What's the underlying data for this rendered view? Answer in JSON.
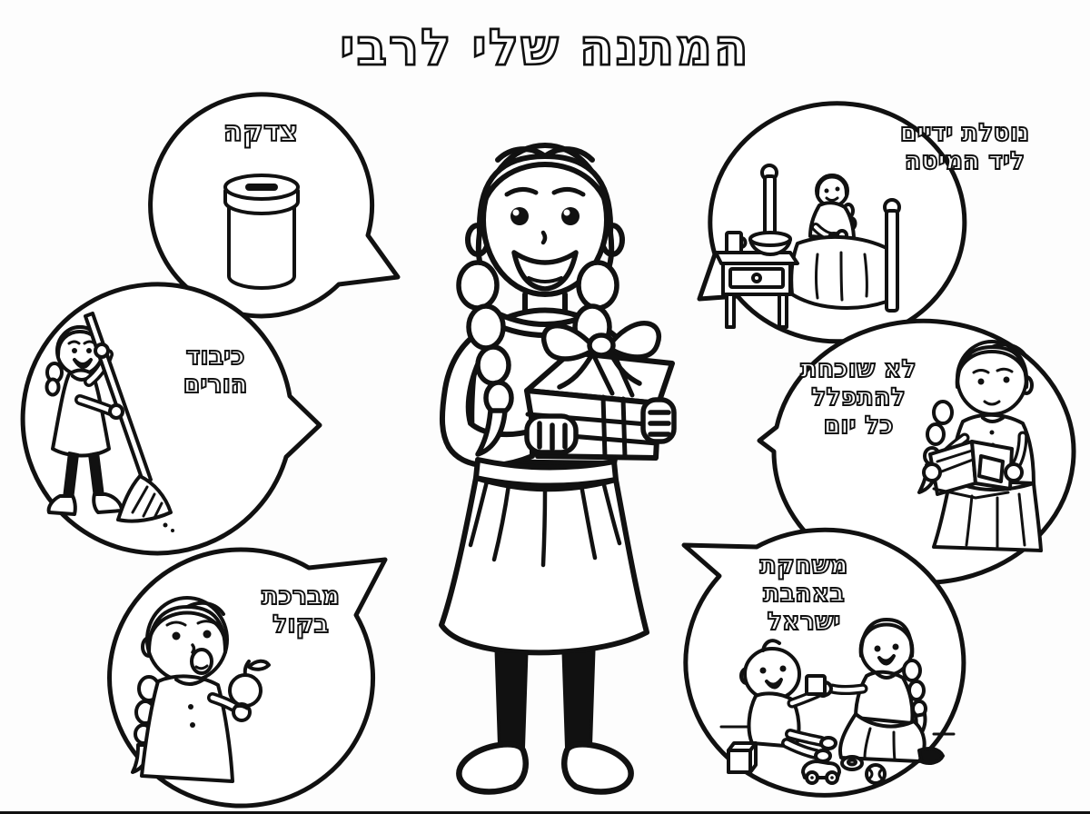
{
  "page": {
    "title": "המתנה שלי לרבי",
    "ink_color": "#111111",
    "background_color": "#ffffff"
  },
  "center": {
    "figure": "girl-with-braids-holding-gift-box"
  },
  "bubbles": [
    {
      "id": "tzedakah",
      "label": "צדקה",
      "lines": [
        "צדקה"
      ],
      "icon": "tzedakah-box-icon"
    },
    {
      "id": "kibud-horim",
      "label": "כיבוד הורים",
      "lines": [
        "כיבוד",
        "הורים"
      ],
      "icon": "girl-sweeping-icon"
    },
    {
      "id": "mevarechet-bekol",
      "label": "מברכת בקול",
      "lines": [
        "מברכת",
        "בקול"
      ],
      "icon": "girl-blessing-on-apple-icon"
    },
    {
      "id": "netilat-yadayim",
      "label": "נוטלת ידיים ליד המיטה",
      "lines": [
        "נוטלת ידיים",
        "ליד המיטה"
      ],
      "icon": "girl-washing-hands-by-bed-icon"
    },
    {
      "id": "tefillah",
      "label": "לא שוכחת להתפלל כל יום",
      "lines": [
        "לא שוכחת",
        "להתפלל",
        "כל יום"
      ],
      "icon": "girl-praying-from-siddur-icon"
    },
    {
      "id": "ahavat-yisrael",
      "label": "משחקת באהבת ישראל",
      "lines": [
        "משחקת",
        "באהבת",
        "ישראל"
      ],
      "icon": "girl-playing-with-baby-icon"
    }
  ]
}
